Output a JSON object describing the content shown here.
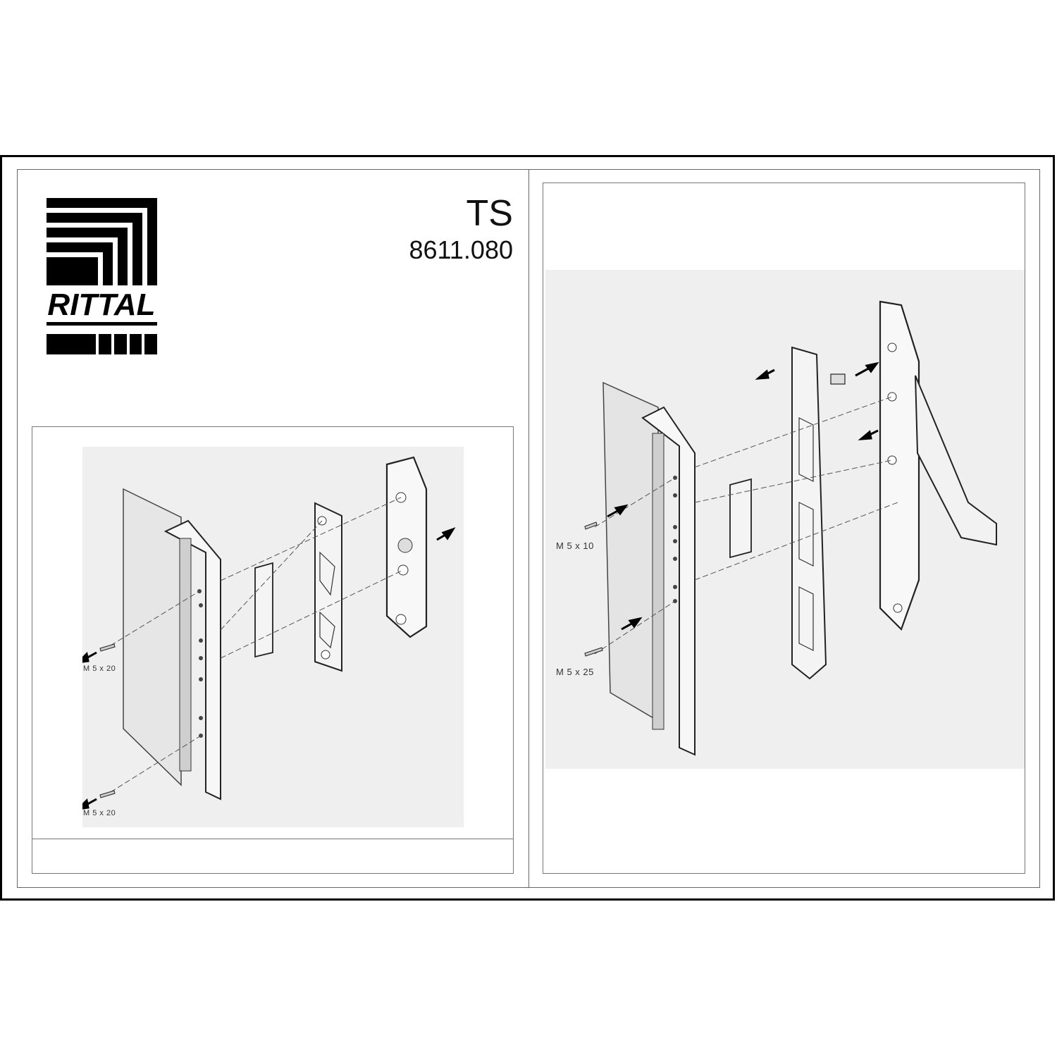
{
  "brand": {
    "name": "RITTAL"
  },
  "header": {
    "series": "TS",
    "part_number": "8611.080"
  },
  "left_figure": {
    "screw_labels": [
      "M 5 x 20",
      "M 5 x 20"
    ]
  },
  "right_figure": {
    "screw_labels": [
      "M 5 x 10",
      "M 5 x 25"
    ]
  },
  "colors": {
    "line": "#000000",
    "photo_bg": "#efefef",
    "border_light": "#777777"
  }
}
